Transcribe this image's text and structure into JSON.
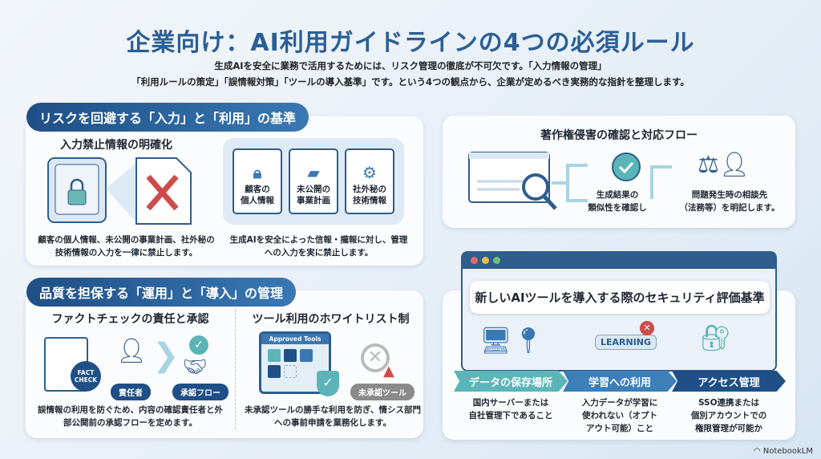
{
  "title": "企業向け：AI利用ガイドラインの4つの必須ルール",
  "subtitle": [
    "生成AIを安全に業務で活用するためには、リスク管理の徹底が不可欠です。「入力情報の管理」",
    "「利用ルールの策定」「誤情報対策」「ツールの導入基準」です。という4つの観点から、企業が定めるべき実務的な指針を整理します。"
  ],
  "section1": {
    "header": "リスクを回避する「入力」と「利用」の基準",
    "heading": "入力禁止情報の明確化",
    "docs": [
      "顧客の\n個人情報",
      "未公開の\n事業計画",
      "社外秘の\n技術情報"
    ],
    "left_text": "顧客の個人情報、未公開の事業計画、社外秘の技術情報の入力を一律に禁止します。",
    "right_text": "生成AIを安全によった信報・攏報に対し、管理への入力を実に禁止します。"
  },
  "section2": {
    "header": "品質を担保する「運用」と「導入」の管理",
    "left_heading": "ファクトチェックの責任と承認",
    "fact_check": "FACT CHECK",
    "tag_owner": "責任者",
    "tag_flow": "承認フロー",
    "left_text": "誤情報の利用を防ぐため、内容の確認責任者と外部公関前の承認フローを定めます。",
    "right_heading": "ツール利用のホワイトリスト制",
    "approved_tools": "Approved Tools",
    "unapproved_tag": "未承認ツール",
    "right_text": "未承認ツールの勝手な利用を防ぎ、情シス部門への事前申請を業務化します。"
  },
  "section3": {
    "heading": "著作権侵害の確認と対応フロー",
    "step1": "生成結果の\n類似性を確認し",
    "step2": "問題発生時の相談先\n（法務等）を明記します。"
  },
  "section4": {
    "heading": "新しいAIツールを導入する際のセキュリティ評価基準",
    "learning": "LEARNING",
    "criteria": [
      {
        "label": "データの保存場所",
        "text": "国内サーバーまたは\n自社管理下であること",
        "color": "#5bb5b8"
      },
      {
        "label": "学習への利用",
        "text": "入力データが学習に\n使われない（オプト\nアウト可能）こと",
        "color": "#3d7fb8"
      },
      {
        "label": "アクセス管理",
        "text": "SSO連携または\n個別アカウントでの\n権限管理が可能か",
        "color": "#1f4f86"
      }
    ]
  },
  "brand": "NotebookLM"
}
